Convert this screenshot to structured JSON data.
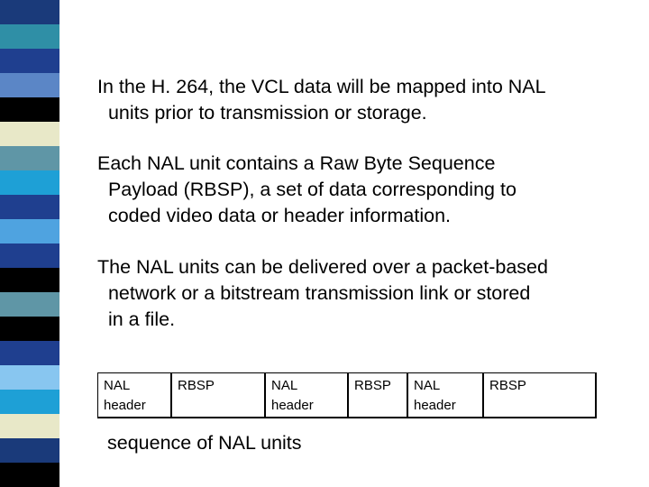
{
  "paragraphs": [
    "In the H. 264, the VCL data will be mapped into NAL\n  units prior to transmission or storage.",
    "Each NAL unit contains a Raw Byte Sequence\n  Payload (RBSP), a set of data corresponding to\n  coded video data or header information.",
    "The NAL units can be delivered over a packet-based\n  network or a bitstream transmission link or stored\n  in a file."
  ],
  "nal_sequence": [
    {
      "line1": "NAL",
      "line2": "header"
    },
    {
      "line1": "RBSP",
      "line2": ""
    },
    {
      "line1": "NAL",
      "line2": "header"
    },
    {
      "line1": "RBSP",
      "line2": ""
    },
    {
      "line1": "NAL",
      "line2": "header"
    },
    {
      "line1": "RBSP",
      "line2": ""
    }
  ],
  "caption": "sequence of NAL units",
  "side_strip_colors": [
    "#1a3a7a",
    "#2f8fa6",
    "#1f3f8f",
    "#5b86c6",
    "#000000",
    "#e8e8c8",
    "#5f96a6",
    "#1ea0d6",
    "#1f3f8f",
    "#4fa3e0",
    "#1f3f8f",
    "#000000",
    "#5f96a6",
    "#000000",
    "#1f3f8f",
    "#88c6f0",
    "#1ea0d6",
    "#e8e8c8",
    "#1a3a7a",
    "#000000"
  ]
}
